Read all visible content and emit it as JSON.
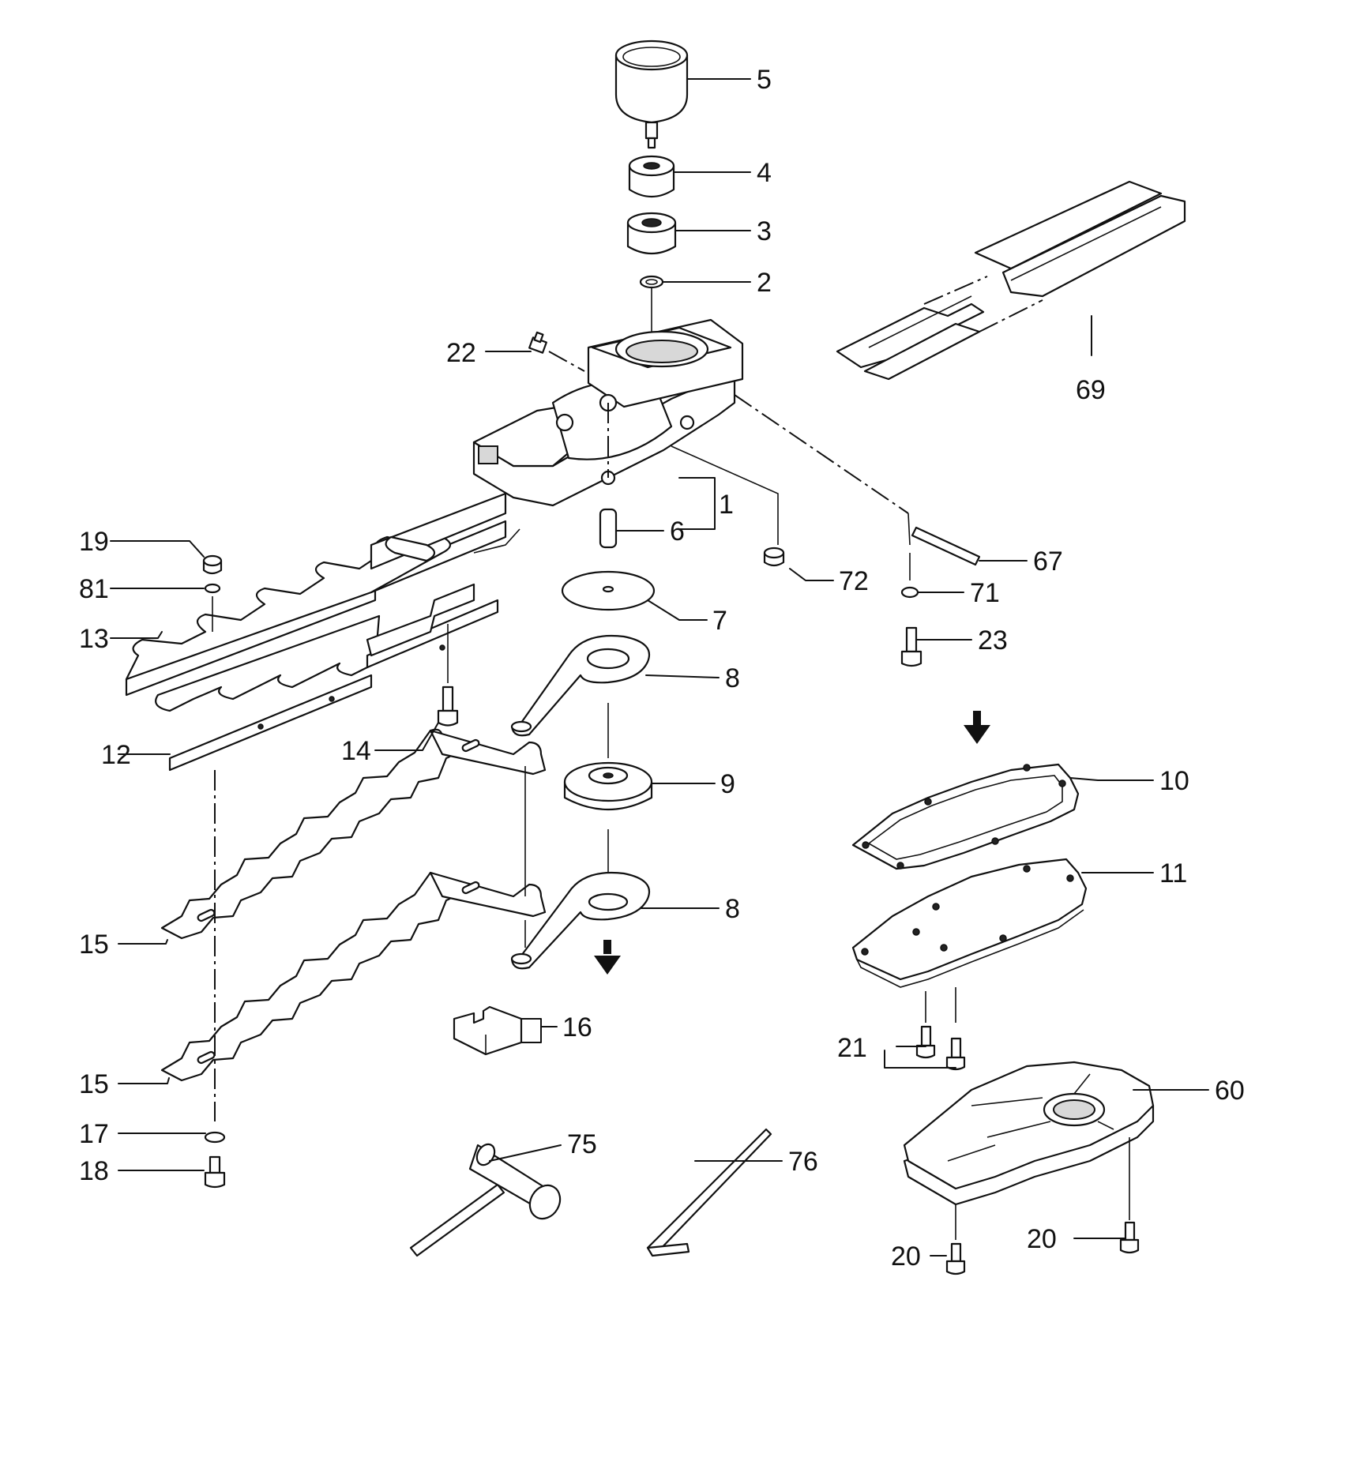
{
  "callouts": {
    "c1": "1",
    "c2": "2",
    "c3": "3",
    "c4": "4",
    "c5": "5",
    "c6": "6",
    "c7": "7",
    "c8a": "8",
    "c8b": "8",
    "c9": "9",
    "c10": "10",
    "c11": "11",
    "c12": "12",
    "c13": "13",
    "c14": "14",
    "c15a": "15",
    "c15b": "15",
    "c16": "16",
    "c17": "17",
    "c18": "18",
    "c19": "19",
    "c20a": "20",
    "c20b": "20",
    "c21": "21",
    "c22": "22",
    "c23": "23",
    "c60": "60",
    "c67": "67",
    "c69": "69",
    "c71": "71",
    "c72": "72",
    "c75": "75",
    "c76": "76",
    "c81": "81"
  }
}
